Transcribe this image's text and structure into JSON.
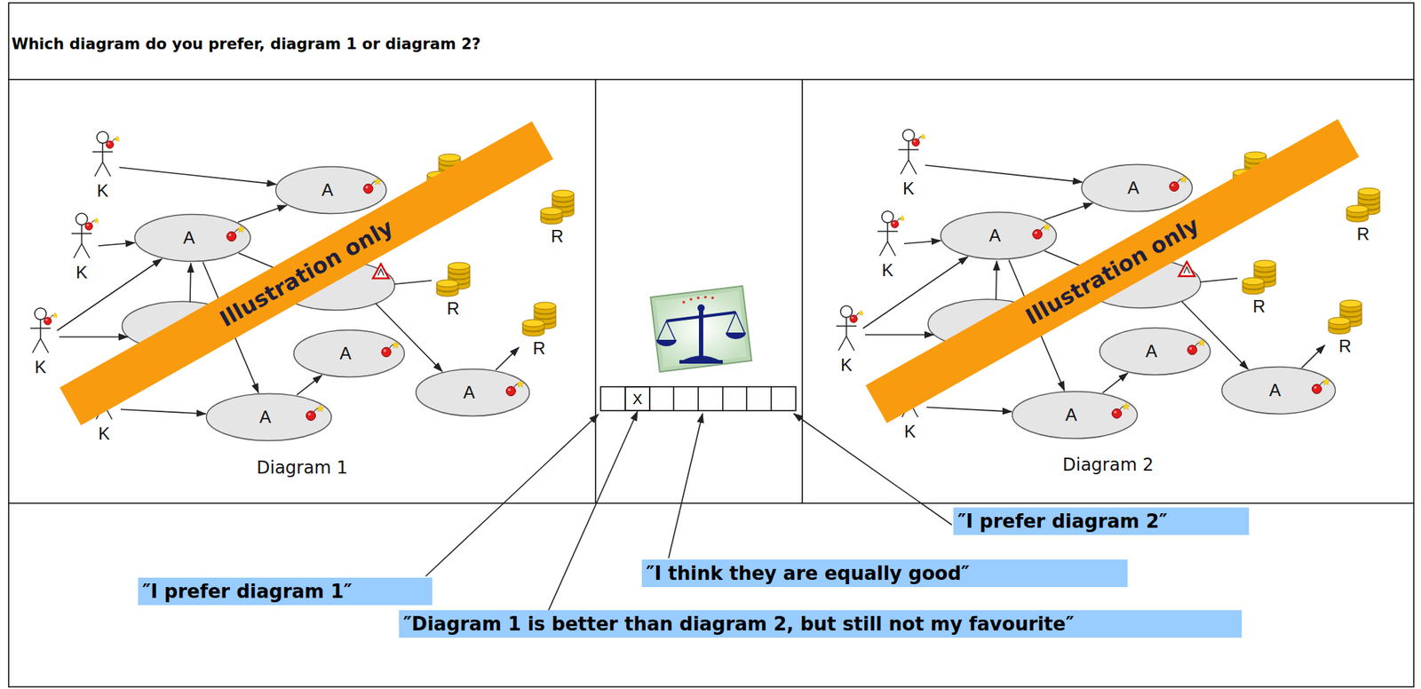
{
  "diagram": {
    "title": "Which diagram do you prefer, diagram 1 or diagram 2?",
    "nodes": [
      {
        "text": [
          "Diagram 1"
        ]
      },
      {
        "text": [
          "K"
        ],
        "in": 0
      },
      {
        "text": [
          "A"
        ],
        "in": 0
      },
      {
        "text": [
          "R"
        ],
        "in": 0
      },
      {
        "text": [
          "K"
        ],
        "in": 0
      },
      {
        "text": [
          "A"
        ],
        "in": 0
      },
      {
        "text": [
          "R"
        ],
        "in": 0
      },
      {
        "text": [
          "Illustration only"
        ],
        "in": 0
      },
      {
        "text": [
          "K"
        ],
        "in": 0
      },
      {
        "text": [
          "R"
        ],
        "in": 0
      },
      {
        "text": [
          "A"
        ],
        "in": 0
      },
      {
        "text": [
          "A"
        ],
        "in": 0
      },
      {
        "text": [
          "K"
        ],
        "in": 0
      },
      {
        "text": [
          "A"
        ],
        "in": 0
      },
      {
        "text": [
          "X"
        ]
      },
      {
        "text": [
          "Diagram 2"
        ]
      },
      {
        "text": [
          "K"
        ],
        "in": 15
      },
      {
        "text": [
          "A"
        ],
        "in": 15
      },
      {
        "text": [
          "R"
        ],
        "in": 15
      },
      {
        "text": [
          "K"
        ],
        "in": 15
      },
      {
        "text": [
          "A"
        ],
        "in": 15
      },
      {
        "text": [
          "R"
        ],
        "in": 15
      },
      {
        "text": [
          "Illustration only"
        ],
        "in": 15
      },
      {
        "text": [
          "K"
        ],
        "in": 15
      },
      {
        "text": [
          "R"
        ],
        "in": 15
      },
      {
        "text": [
          "A"
        ],
        "in": 15
      },
      {
        "text": [
          "A"
        ],
        "in": 15
      },
      {
        "text": [
          "K"
        ],
        "in": 15
      },
      {
        "text": [
          "A"
        ],
        "in": 15
      },
      {
        "text": [
          "″I prefer diagram 2″"
        ]
      },
      {
        "text": [
          "″I think they are equally good″"
        ]
      },
      {
        "text": [
          "″I prefer diagram 1″"
        ]
      },
      {
        "text": [
          "″Diagram 1 is better than diagram 2, but still not my favourite″"
        ]
      }
    ],
    "edges": [
      {
        "from": 1,
        "to": 2,
        "arrow": "to"
      },
      {
        "from": 4,
        "to": 5,
        "arrow": "to"
      },
      {
        "from": 8,
        "to": 5,
        "arrow": "to"
      },
      {
        "from": 5,
        "to": 2,
        "arrow": "to"
      },
      {
        "from": 5,
        "to": 13,
        "arrow": "to"
      },
      {
        "from": 12,
        "to": 13,
        "arrow": "to"
      },
      {
        "from": 13,
        "to": 10,
        "arrow": "to"
      },
      {
        "from": 11,
        "to": 9,
        "arrow": "to"
      },
      {
        "from": 16,
        "to": 17,
        "arrow": "to"
      },
      {
        "from": 19,
        "to": 20,
        "arrow": "to"
      },
      {
        "from": 23,
        "to": 20,
        "arrow": "to"
      },
      {
        "from": 20,
        "to": 17,
        "arrow": "to"
      },
      {
        "from": 20,
        "to": 28,
        "arrow": "to"
      },
      {
        "from": 27,
        "to": 28,
        "arrow": "to"
      },
      {
        "from": 28,
        "to": 25,
        "arrow": "to"
      },
      {
        "from": 26,
        "to": 24,
        "arrow": "to"
      },
      {
        "from": 32,
        "to": 14,
        "arrow": "to"
      }
    ]
  }
}
